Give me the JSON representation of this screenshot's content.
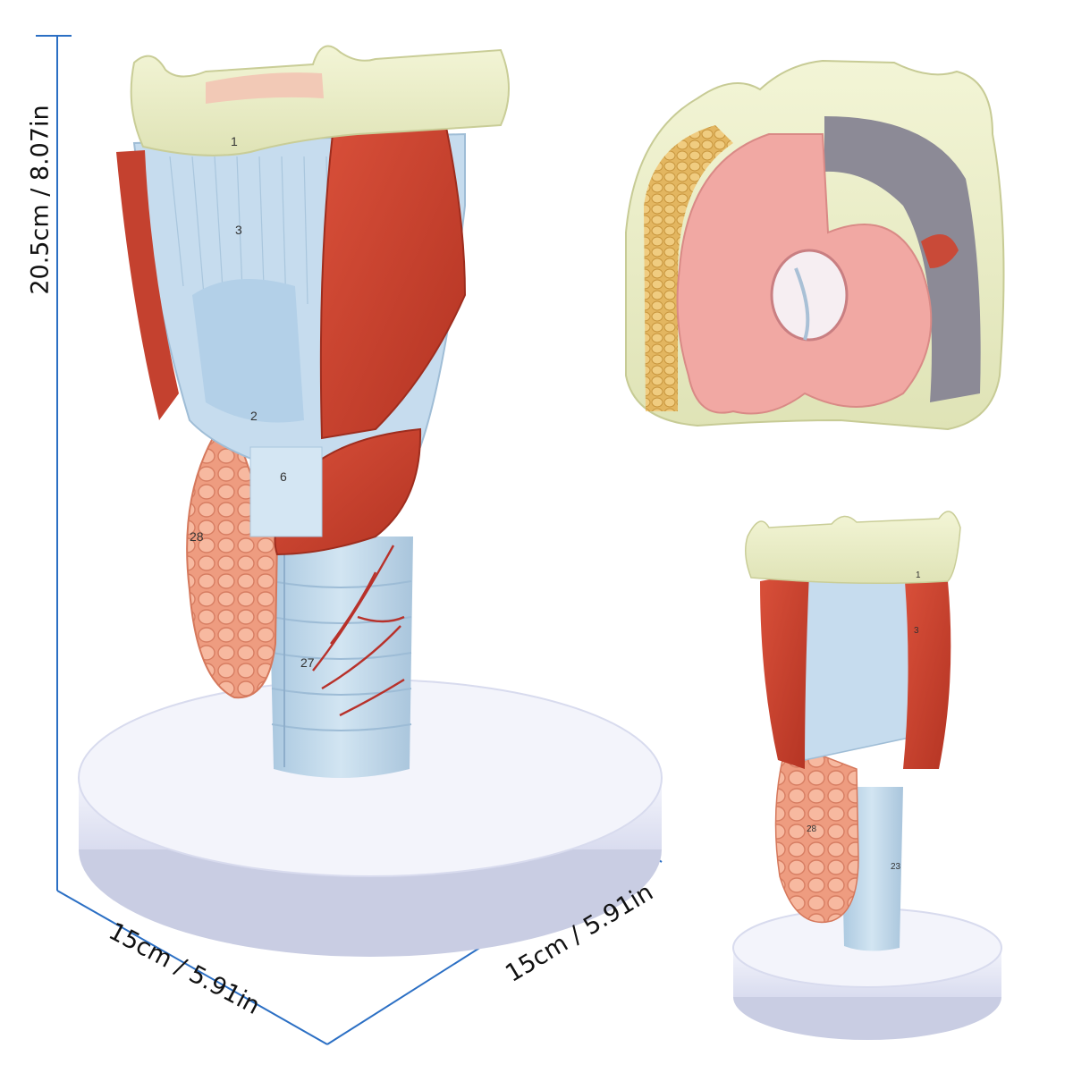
{
  "dimensions": {
    "height_label": "20.5cm / 8.07in",
    "width_label_left": "15cm / 5.91in",
    "width_label_right": "15cm / 5.91in"
  },
  "model_labels": {
    "main": [
      "1",
      "3",
      "2",
      "6",
      "28",
      "27"
    ],
    "small": [
      "1",
      "3",
      "28",
      "23"
    ]
  },
  "colors": {
    "dimension_line": "#2b6fc4",
    "cartilage_yellow": "#eef0c7",
    "cartilage_blue": "#c8ddee",
    "muscle_red": "#c9412c",
    "gland_orange": "#ef9d82",
    "base_white": "#eef0fa",
    "mucosa_pink": "#f0a6a2"
  }
}
